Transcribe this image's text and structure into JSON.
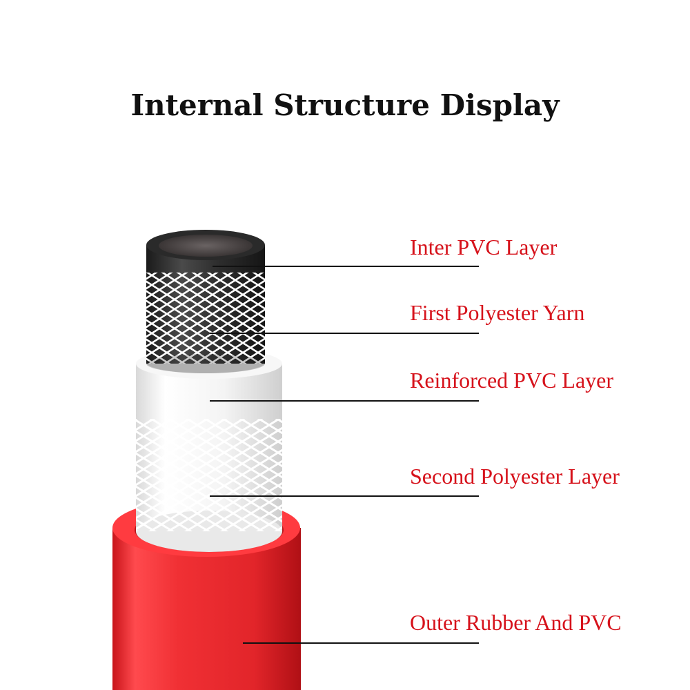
{
  "title": "Internal Structure Display",
  "colors": {
    "label": "#d6121b",
    "inner_tube": "#2b2b2b",
    "white_layer": "#f1f1f1",
    "outer_layer": "#e8252a"
  },
  "layers": [
    {
      "id": "inner_pvc",
      "label": "Inter PVC Layer"
    },
    {
      "id": "first_yarn",
      "label": "First Polyester Yarn"
    },
    {
      "id": "reinforced_pvc",
      "label": "Reinforced PVC Layer"
    },
    {
      "id": "second_polyester",
      "label": "Second Polyester Layer"
    },
    {
      "id": "outer",
      "label": "Outer Rubber And PVC"
    }
  ]
}
